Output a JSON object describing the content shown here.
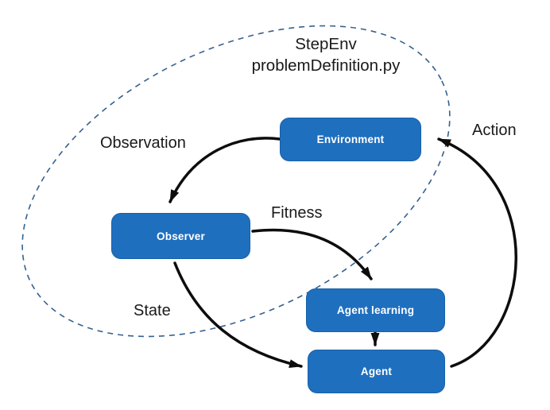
{
  "diagram": {
    "title": {
      "line1": "StepEnv",
      "line2": "problemDefinition.py"
    },
    "nodes": {
      "environment": {
        "label": "Environment"
      },
      "observer": {
        "label": "Observer"
      },
      "agent_learning": {
        "label": "Agent learning"
      },
      "agent": {
        "label": "Agent"
      }
    },
    "edges": {
      "observation": {
        "label": "Observation",
        "from": "environment",
        "to": "observer"
      },
      "fitness": {
        "label": "Fitness",
        "from": "observer",
        "to": "agent_learning"
      },
      "state": {
        "label": "State",
        "from": "observer",
        "to": "agent"
      },
      "action": {
        "label": "Action",
        "from": "agent",
        "to": "environment"
      },
      "learning_to_agent": {
        "from": "agent_learning",
        "to": "agent"
      }
    },
    "dashed_boundary_contains": [
      "StepEnv problemDefinition.py",
      "Environment",
      "Observer"
    ],
    "colors": {
      "node_fill": "#1F6FBF",
      "node_border": "#1760A8",
      "node_text": "#FFFFFF",
      "arrow": "#0D0D0D",
      "ellipse_stroke": "#35618F",
      "label_text": "#1A1A1A",
      "background": "#FFFFFF"
    }
  }
}
